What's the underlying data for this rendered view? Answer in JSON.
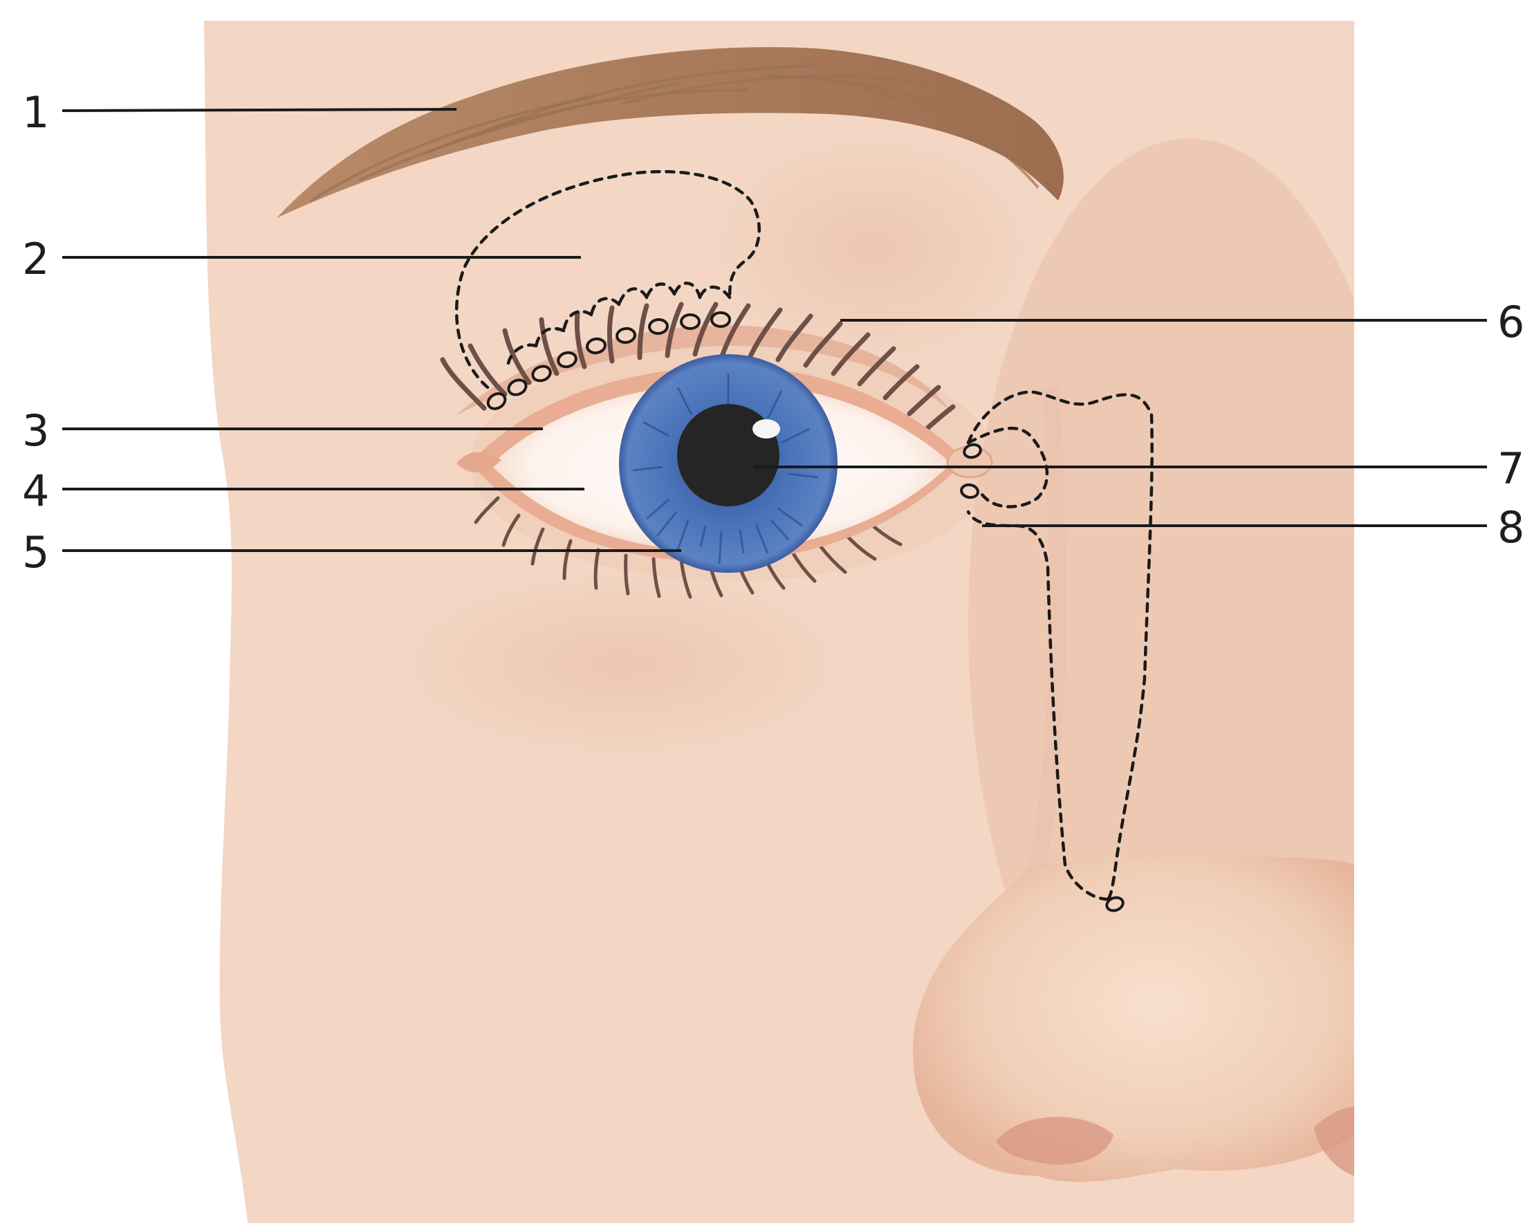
{
  "labels": [
    {
      "id": "1",
      "text": "1"
    },
    {
      "id": "2",
      "text": "2"
    },
    {
      "id": "3",
      "text": "3"
    },
    {
      "id": "4",
      "text": "4"
    },
    {
      "id": "5",
      "text": "5"
    },
    {
      "id": "6",
      "text": "6"
    },
    {
      "id": "7",
      "text": "7"
    },
    {
      "id": "8",
      "text": "8"
    }
  ],
  "colors": {
    "skin": "#f3d6c4",
    "skin_shadow": "#e9bfa8",
    "iris": "#4a72b8",
    "pupil": "#252525",
    "eyebrow": "#a8795a",
    "lashes": "#6e5048",
    "caruncle": "#f0c6ae",
    "leader_lines": "#1a1a1a"
  }
}
